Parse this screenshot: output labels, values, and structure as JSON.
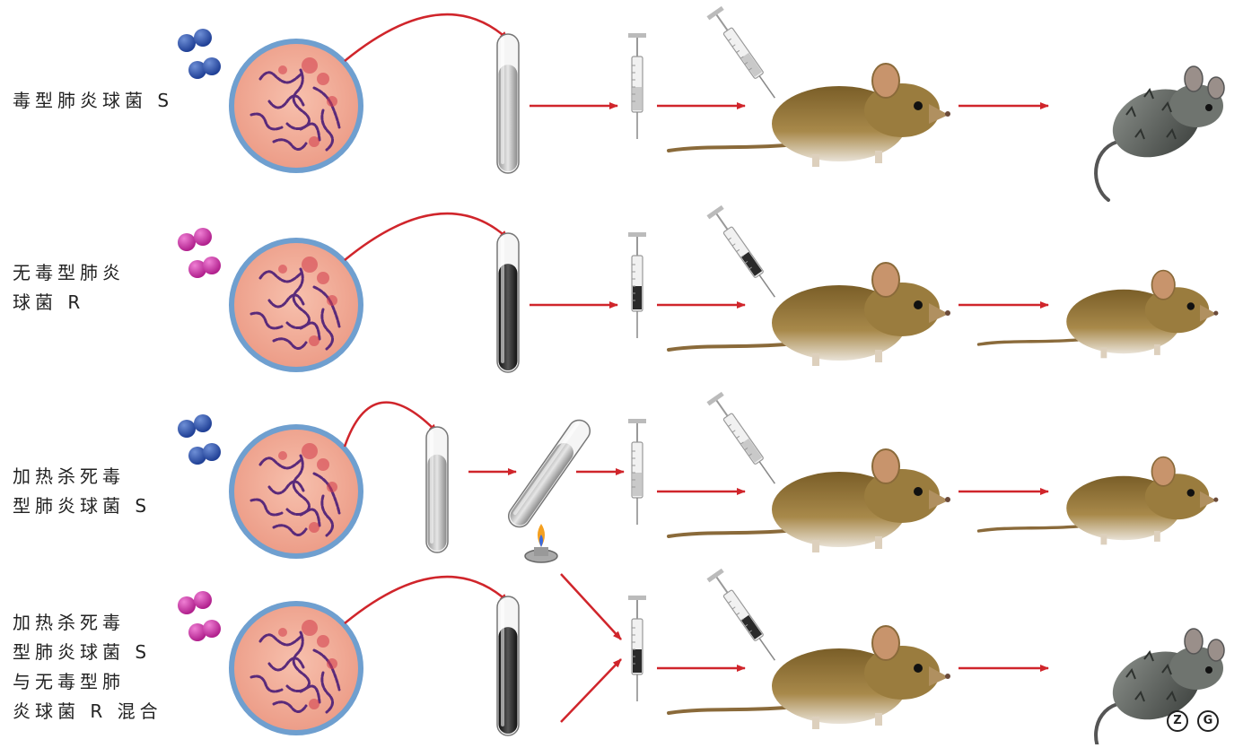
{
  "rows": [
    {
      "label": "毒型肺炎球菌 S",
      "colony": "blue",
      "liquid": "light",
      "outcome": "dead"
    },
    {
      "label": "无毒型肺炎\n球菌 R",
      "colony": "magenta",
      "liquid": "dark",
      "outcome": "alive"
    },
    {
      "label": "加热杀死毒\n型肺炎球菌 S",
      "colony": "blue",
      "liquid": "light",
      "outcome": "alive",
      "heated": true
    },
    {
      "label": "加热杀死毒\n型肺炎球菌 S\n与无毒型肺\n炎球菌 R 混合",
      "colony": "magenta",
      "liquid": "dark",
      "outcome": "dead",
      "mixed": true
    }
  ],
  "watermark": {
    "left": "Z",
    "right": "G"
  },
  "colors": {
    "arrow": "#d0252b",
    "dish_rim": "#6f9fcf",
    "dish_fill": "#f1a793",
    "s_cell": "#2f55a8",
    "r_cell": "#c63aa6",
    "mouse_fur": "#9a7a3a",
    "dead_mouse": "#5e625e"
  }
}
